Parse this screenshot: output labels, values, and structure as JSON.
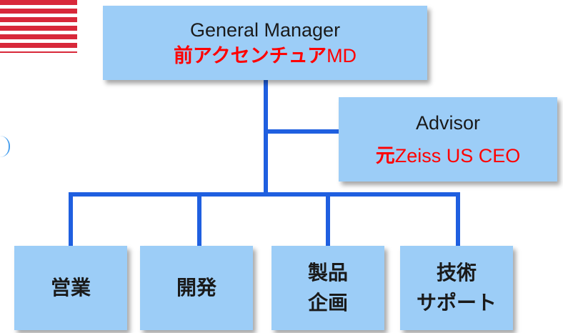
{
  "general_manager": {
    "title": "General Manager",
    "former_prefix": "前アクセンチュア",
    "former_role": "MD"
  },
  "advisor": {
    "title": "Advisor",
    "former_prefix": "元",
    "former_role": "Zeiss US CEO"
  },
  "departments": [
    {
      "line1": "営業",
      "line2": ""
    },
    {
      "line1": "開発",
      "line2": ""
    },
    {
      "line1": "製品",
      "line2": "企画"
    },
    {
      "line1": "技術",
      "line2": "サポート"
    }
  ],
  "colors": {
    "box_fill": "#9ccdf7",
    "connector": "#1f5fe0",
    "highlight": "#ff0000"
  }
}
